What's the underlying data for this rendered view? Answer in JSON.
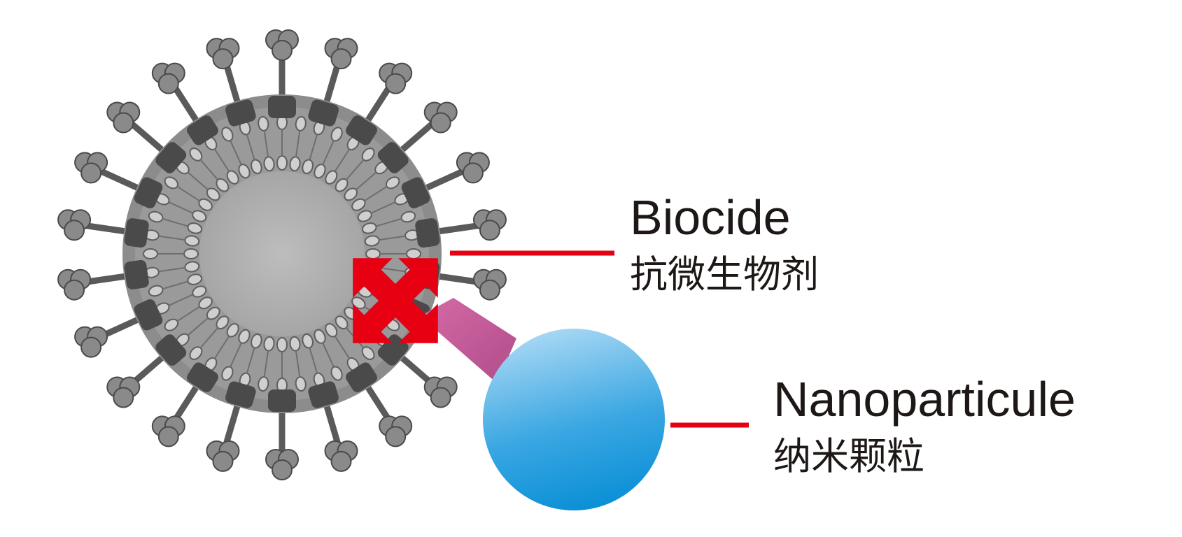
{
  "labels": {
    "biocide": {
      "title": "Biocide",
      "subtitle": "抗微生物剂"
    },
    "nanoparticle": {
      "title": "Nanoparticule",
      "subtitle": "纳米颗粒"
    }
  },
  "colors": {
    "leader_line": "#e50012",
    "arrow": "#e60012",
    "nanoparticle_light": "#a9d8f4",
    "nanoparticle_dark": "#0a8fd6",
    "beam": "#c25a96",
    "virus_dark": "#4a4a4a",
    "virus_light": "#b8b8b8"
  },
  "icons": [
    "virus-illustration",
    "four-way-arrow-icon",
    "nanoparticle-sphere"
  ]
}
